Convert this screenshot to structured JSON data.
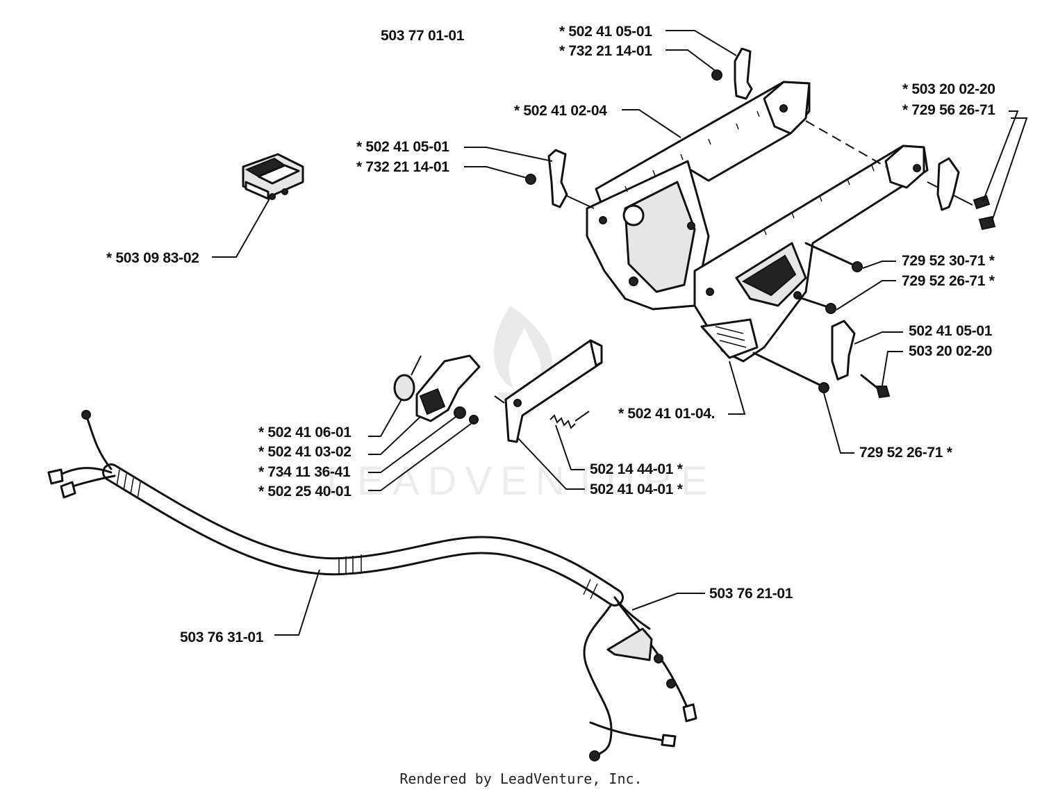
{
  "assembly_number": "503 77 01-01",
  "watermark": "LEADVENTURE",
  "footer": "Rendered by LeadVenture, Inc.",
  "labels": {
    "top_clip_a": "* 502 41 05-01",
    "top_nut_a": "* 732 21 14-01",
    "upper_rail": "* 502 41 02-04",
    "mid_clip": "* 502 41 05-01",
    "mid_nut": "* 732 21 14-01",
    "switch": "* 503 09 83-02",
    "right_screw_a": "* 503 20 02-20",
    "right_screw_b": "* 729 56 26-71",
    "screw_3071": "729 52 30-71 *",
    "screw_2671_upper": "729 52 26-71 *",
    "clip_right": "502 41 05-01",
    "screw_right_low": "503 20 02-20",
    "lower_bracket": "* 502 41 01-04.",
    "screw_2671_lower": "729 52 26-71 *",
    "lever_a": "* 502 41 06-01",
    "lever_b": "* 502 41 03-02",
    "lever_c": "* 734 11 36-41",
    "lever_d": "* 502 25 40-01",
    "spring": "502 14 44-01 *",
    "plate": "502 41 04-01 *",
    "harness": "503 76 21-01",
    "cable": "503 76 31-01"
  }
}
